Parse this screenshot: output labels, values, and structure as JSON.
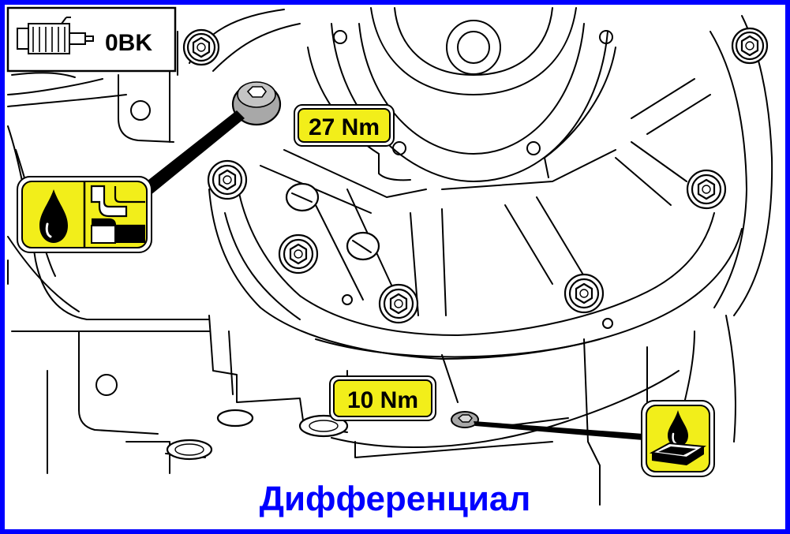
{
  "badge": {
    "code": "0BK",
    "icon": "gearbox-icon"
  },
  "callouts": {
    "upper_torque": "27 Nm",
    "lower_torque": "10 Nm"
  },
  "icons": {
    "fill_plug": "oil-fill-level-icon",
    "drain_plug": "oil-drain-icon"
  },
  "caption": "Дифференциал",
  "colors": {
    "frame": "#0000ff",
    "label_fill": "#f2ee1a",
    "caption": "#0000ff",
    "plug_gray": "#a8a8a8",
    "line": "#000000"
  }
}
